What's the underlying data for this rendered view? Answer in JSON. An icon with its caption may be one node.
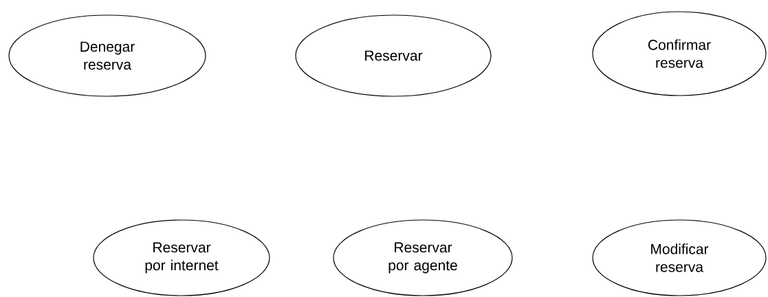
{
  "diagram": {
    "nodes": [
      {
        "text": [
          "Denegar reserva"
        ]
      },
      {
        "text": [
          "Reservar"
        ]
      },
      {
        "text": [
          "Confirmar reserva"
        ]
      },
      {
        "text": [
          "Reservar por internet"
        ]
      },
      {
        "text": [
          "Reservar por agente"
        ]
      },
      {
        "text": [
          "Modificar reserva"
        ]
      }
    ],
    "edges": []
  }
}
